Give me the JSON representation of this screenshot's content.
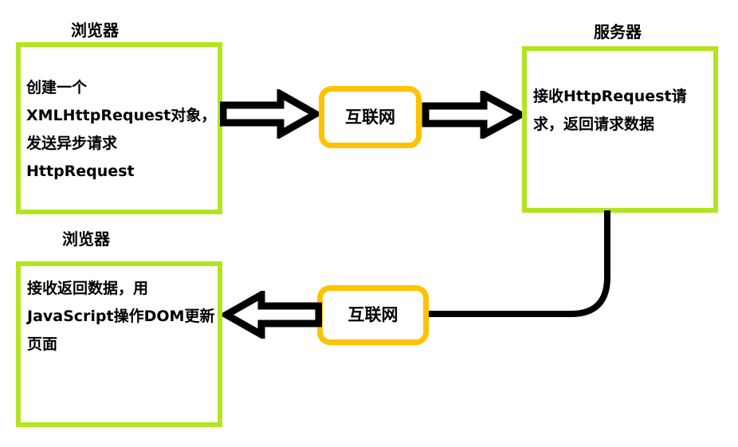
{
  "diagram": {
    "title": "AJAX request flow",
    "colors": {
      "endpoint_border": "#b2e51f",
      "cloud_border": "#ffc200",
      "arrow_stroke": "#000000",
      "arrow_fill": "#ffffff",
      "background": "#ffffff",
      "text": "#000000"
    },
    "nodes": {
      "browser_top_label": "浏览器",
      "browser_top_text": "创建一个\nXMLHttpRequest对象，发送异步请求HttpRequest",
      "server_label": "服务器",
      "server_text": "接收HttpRequest请求，返回请求数据",
      "browser_bottom_label": "浏览器",
      "browser_bottom_text": "接收返回数据，用JavaScript操作DOM更新页面",
      "internet_top": "互联网",
      "internet_bottom": "互联网"
    },
    "arrows": {
      "browser_to_internet": "arrow-right-icon",
      "internet_to_server": "arrow-right-icon",
      "internet_to_browser": "arrow-left-icon",
      "server_to_internet": "elbow-connector-icon"
    }
  }
}
